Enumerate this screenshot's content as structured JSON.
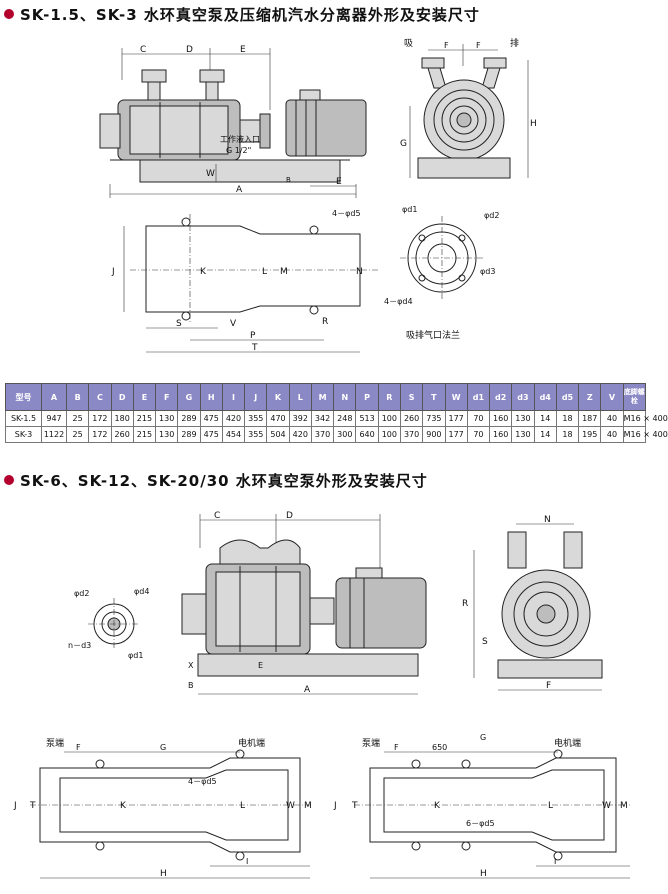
{
  "section1": {
    "title": "SK-1.5、SK-3 水环真空泵及压缩机汽水分离器外形及安装尺寸",
    "side_view_labels": {
      "C": "C",
      "D": "D",
      "E": "E",
      "W": "W",
      "B": "B",
      "A": "A",
      "E2": "E",
      "inlet": "工作液入口",
      "inlet_size": "G 1/2\""
    },
    "end_view_labels": {
      "suction": "吸",
      "discharge": "排",
      "F1": "F",
      "F2": "F",
      "G": "G",
      "H": "H"
    },
    "plan_view_labels": {
      "J": "J",
      "K": "K",
      "L": "L",
      "M": "M",
      "N": "N",
      "S": "S",
      "V": "V",
      "P": "P",
      "T": "T",
      "R": "R",
      "holes": "4－φd5"
    },
    "flange_labels": {
      "d1": "φd1",
      "d2": "φd2",
      "d3": "φd3",
      "d4": "4－φd4",
      "caption": "吸排气口法兰"
    }
  },
  "table": {
    "headers": [
      "型号",
      "A",
      "B",
      "C",
      "D",
      "E",
      "F",
      "G",
      "H",
      "I",
      "J",
      "K",
      "L",
      "M",
      "N",
      "P",
      "R",
      "S",
      "T",
      "W",
      "d1",
      "d2",
      "d3",
      "d4",
      "d5",
      "Z",
      "V",
      "底脚螺栓"
    ],
    "rows": [
      [
        "SK-1.5",
        "947",
        "25",
        "172",
        "180",
        "215",
        "130",
        "289",
        "475",
        "420",
        "355",
        "470",
        "392",
        "342",
        "248",
        "513",
        "100",
        "260",
        "735",
        "177",
        "70",
        "160",
        "130",
        "14",
        "18",
        "187",
        "40",
        "M16 × 400"
      ],
      [
        "SK-3",
        "1122",
        "25",
        "172",
        "260",
        "215",
        "130",
        "289",
        "475",
        "454",
        "355",
        "504",
        "420",
        "370",
        "300",
        "640",
        "100",
        "370",
        "900",
        "177",
        "70",
        "160",
        "130",
        "14",
        "18",
        "195",
        "40",
        "M16 × 400"
      ]
    ]
  },
  "section2": {
    "title": "SK-6、SK-12、SK-20/30 水环真空泵外形及安装尺寸",
    "side_view_labels": {
      "C": "C",
      "D": "D",
      "X": "X",
      "E": "E",
      "B": "B",
      "A": "A"
    },
    "flange_labels": {
      "d2": "φd2",
      "d4": "φd4",
      "d3": "n－d3",
      "d1": "φd1"
    },
    "end_view_labels": {
      "N": "N",
      "R": "R",
      "S": "S",
      "F": "F"
    },
    "plan_left": {
      "pump_end": "泵端",
      "motor_end": "电机端",
      "F": "F",
      "G": "G",
      "holes": "4－φd5",
      "J": "J",
      "T": "T",
      "K": "K",
      "L": "L",
      "W": "W",
      "M": "M",
      "I": "I",
      "H": "H"
    },
    "plan_right": {
      "pump_end": "泵端",
      "motor_end": "电机端",
      "F": "F",
      "dim": "650",
      "G": "G",
      "holes": "6－φd5",
      "J": "J",
      "T": "T",
      "K": "K",
      "L": "L",
      "W": "W",
      "M": "M",
      "I": "I",
      "H": "H"
    }
  }
}
